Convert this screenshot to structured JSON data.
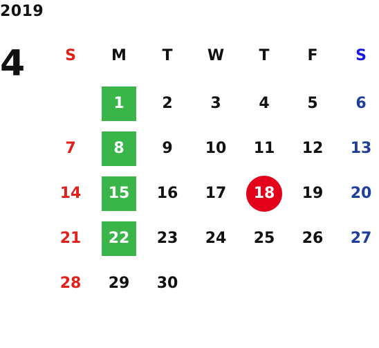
{
  "calendar": {
    "year": "2019",
    "month": "4",
    "weekdays": [
      "S",
      "M",
      "T",
      "W",
      "T",
      "F",
      "S"
    ],
    "start_weekday": 1,
    "days_in_month": 30,
    "highlight_square_days": [
      1,
      8,
      15,
      22
    ],
    "highlight_circle_days": [
      18
    ]
  },
  "colors": {
    "sunday": "#e0201b",
    "saturday_header": "#1a1adb",
    "saturday": "#1f3f99",
    "weekday": "#111111",
    "square_highlight": "#39b54a",
    "circle_highlight": "#e2001b"
  }
}
